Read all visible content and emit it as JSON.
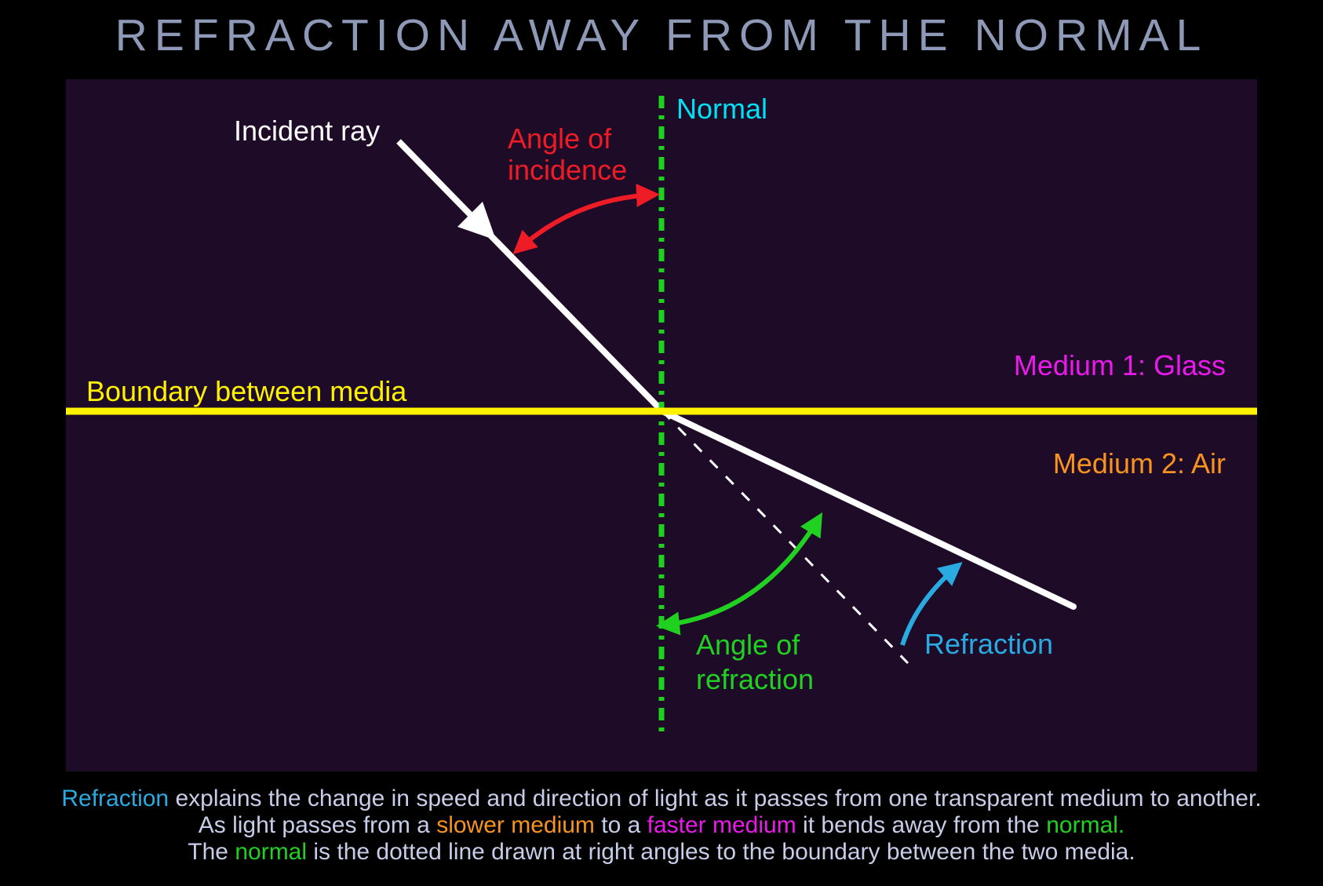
{
  "title": "REFRACTION AWAY FROM THE NORMAL",
  "diagram": {
    "labels": {
      "incident_ray": "Incident ray",
      "angle_incidence_1": "Angle of",
      "angle_incidence_2": "incidence",
      "normal": "Normal",
      "boundary": "Boundary between media",
      "medium1": "Medium 1: Glass",
      "medium2": "Medium 2: Air",
      "angle_refraction_1": "Angle of",
      "angle_refraction_2": "refraction",
      "refraction": "Refraction"
    }
  },
  "caption": {
    "line1": {
      "refraction": "Refraction",
      "rest": " explains the change in speed and direction of light as it passes from one transparent medium to another."
    },
    "line2": {
      "s1": "As light passes from a ",
      "slower": "slower medium",
      "s2": " to a ",
      "faster": "faster medium",
      "s3": " it bends away from the ",
      "normal": "normal."
    },
    "line3": {
      "s1": "The ",
      "normal": "normal",
      "s2": " is the dotted line drawn at right angles to the boundary between the two media."
    }
  },
  "colors": {
    "background": "#000000",
    "panel": "#1e0b28",
    "title": "#8e99b8",
    "ray_white": "#ffffff",
    "normal_green": "#1fd11f",
    "boundary_yellow": "#fff200",
    "incidence_red": "#ee1c25",
    "refraction_blue": "#29abe2",
    "medium1_magenta": "#ea1bea",
    "medium2_orange": "#f7931e",
    "normal_label_cyan": "#00e1f4",
    "caption_text": "#c7cde9"
  }
}
